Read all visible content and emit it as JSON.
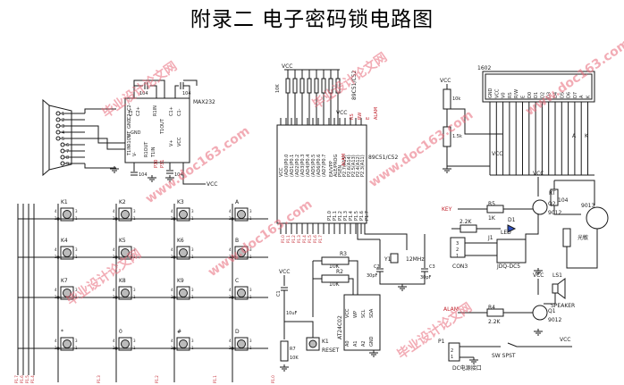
{
  "title": "附录二 电子密码锁电路图",
  "watermark": {
    "line1": "毕业设计论文网",
    "line2": "www.doc163.com",
    "color": "#e86a7a"
  },
  "colors": {
    "wire": "#1a1a1a",
    "pin": "#c0202a",
    "accent": "#3070c0"
  },
  "vcc": "VCC",
  "db9": {
    "pins": [
      "1",
      "2",
      "3",
      "4",
      "5",
      "6",
      "7",
      "8",
      "9"
    ]
  },
  "max232": {
    "name": "MAX232",
    "left_pins": [
      "C2-",
      "C2+",
      "GND",
      "V-",
      "R1OUT",
      "T1IN"
    ],
    "right_pins": [
      "R1IN",
      "T1OUT",
      "C1+",
      "C1-",
      "V+",
      "VCC"
    ],
    "pin_nums": [
      "16",
      "15",
      "14",
      "13",
      "12",
      "11"
    ],
    "caps": [
      "104",
      "104",
      "104",
      "104",
      "104"
    ]
  },
  "mcu": {
    "name": "89C51/C52",
    "left_pins": [
      "VCC",
      "(AD0)P0.0",
      "(AD1)P0.1",
      "(AD2)P0.2",
      "(AD3)P0.3",
      "(AD4)P0.4",
      "(AD5)P0.5",
      "(AD6)P0.6",
      "(AD7)P0.7",
      "P1.0",
      "P1.1",
      "P1.2",
      "P1.3",
      "P1.4",
      "P1.5",
      "P1.6",
      "P1.7"
    ],
    "right_pins": [
      "EA/VPP",
      "ALE/PROG",
      "PSEN",
      "P2.7(A15)",
      "P2.6(A14)",
      "P2.5(A13)",
      "P2.4(A12)",
      "P2.3(A11)",
      "P2.2(A10)",
      "P2.1(A9)",
      "P2.0(A8)",
      "P3.7(RD)",
      "P3.6(WR)",
      "P3.5(T1)",
      "P3.4(T0)",
      "XTAL1",
      "XTAL2",
      "GND"
    ],
    "net_labels": [
      "RS",
      "RW",
      "E",
      "ALAM"
    ]
  },
  "lcd": {
    "name": "1602",
    "pins": [
      "GND",
      "VCC",
      "V0",
      "RS",
      "R/W",
      "E",
      "D0",
      "D1",
      "D2",
      "D3",
      "D4",
      "D5",
      "D6",
      "D7",
      "A",
      "K"
    ]
  },
  "keypad": {
    "keys": [
      "K1",
      "K2",
      "K3",
      "A",
      "K4",
      "K5",
      "K6",
      "B",
      "K7",
      "K8",
      "K9",
      "C",
      "*",
      "0",
      "#",
      "D"
    ],
    "pin_labels": [
      "4",
      "3",
      "2",
      "1"
    ]
  },
  "eeprom": {
    "name": "AT24C02",
    "pins": [
      "VCC",
      "WP",
      "SCL",
      "SDA",
      "A0",
      "A1",
      "A2",
      "GND"
    ]
  },
  "components": {
    "rp": "10K",
    "r_pot": "10k",
    "r_15k": "1.5k",
    "r3": "R3",
    "r3v": "10K",
    "r2": "R2",
    "r2v": "10K",
    "y1": "Y1",
    "crystal": "12MHz",
    "c2": "C2",
    "c2v": "30pF",
    "c3": "C3",
    "c3v": "30pF",
    "c1": "C1",
    "c1v": "10uF",
    "r7": "R7",
    "r7v": "10K",
    "k1": "K1",
    "reset": "RESET",
    "key": "KEY",
    "r5": "R5",
    "r5v": "1K",
    "d1": "D1",
    "led": "LED",
    "r22k": "2.2K",
    "q2": "Q2",
    "q2v": "9012",
    "rt": "RT",
    "rtv": "104",
    "q9013": "9013",
    "light": "光敏",
    "j1": "J1",
    "jdq": "JDQ-DC5",
    "con3": "CON3",
    "ls1": "LS1",
    "speaker": "SPEAKER",
    "alam": "ALAM",
    "r4": "R4",
    "r4v": "2.2K",
    "q1": "Q1",
    "q1v": "9012",
    "p1": "P1",
    "sw": "SW SPST",
    "dcin": "DC电源接口"
  }
}
